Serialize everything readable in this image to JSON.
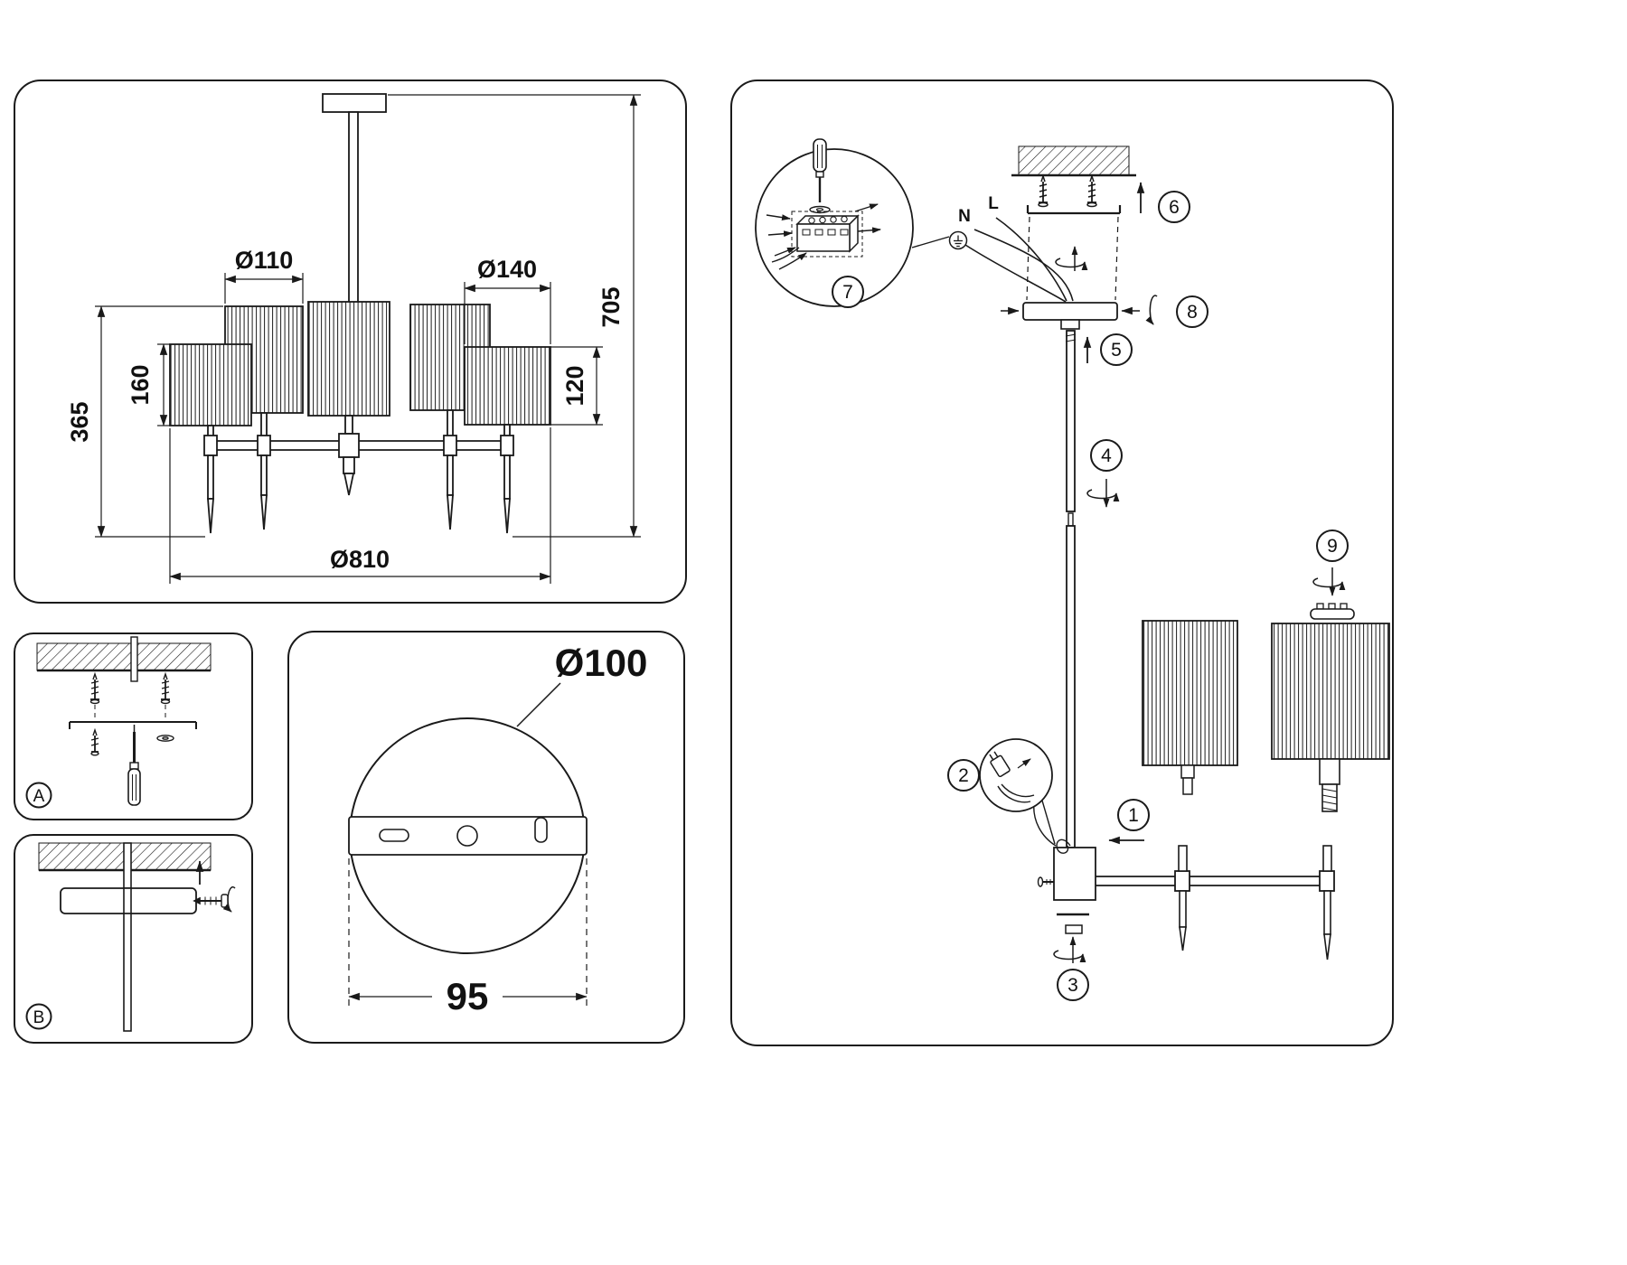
{
  "colors": {
    "line": "#1a1a1a",
    "background": "#ffffff"
  },
  "chandelier": {
    "dim_shade_small_dia": "Ø110",
    "dim_shade_large_dia": "Ø140",
    "dim_shade_small_h": "160",
    "dim_shade_large_h": "120",
    "dim_body_h": "365",
    "dim_total_h": "705",
    "dim_total_dia": "Ø810"
  },
  "detail_a": {
    "label": "A"
  },
  "detail_b": {
    "label": "B"
  },
  "bracket_plate": {
    "dim_dia": "Ø100",
    "dim_holes": "95"
  },
  "assembly": {
    "wire_n": "N",
    "wire_l": "L",
    "steps": [
      "1",
      "2",
      "3",
      "4",
      "5",
      "6",
      "7",
      "8",
      "9"
    ]
  }
}
